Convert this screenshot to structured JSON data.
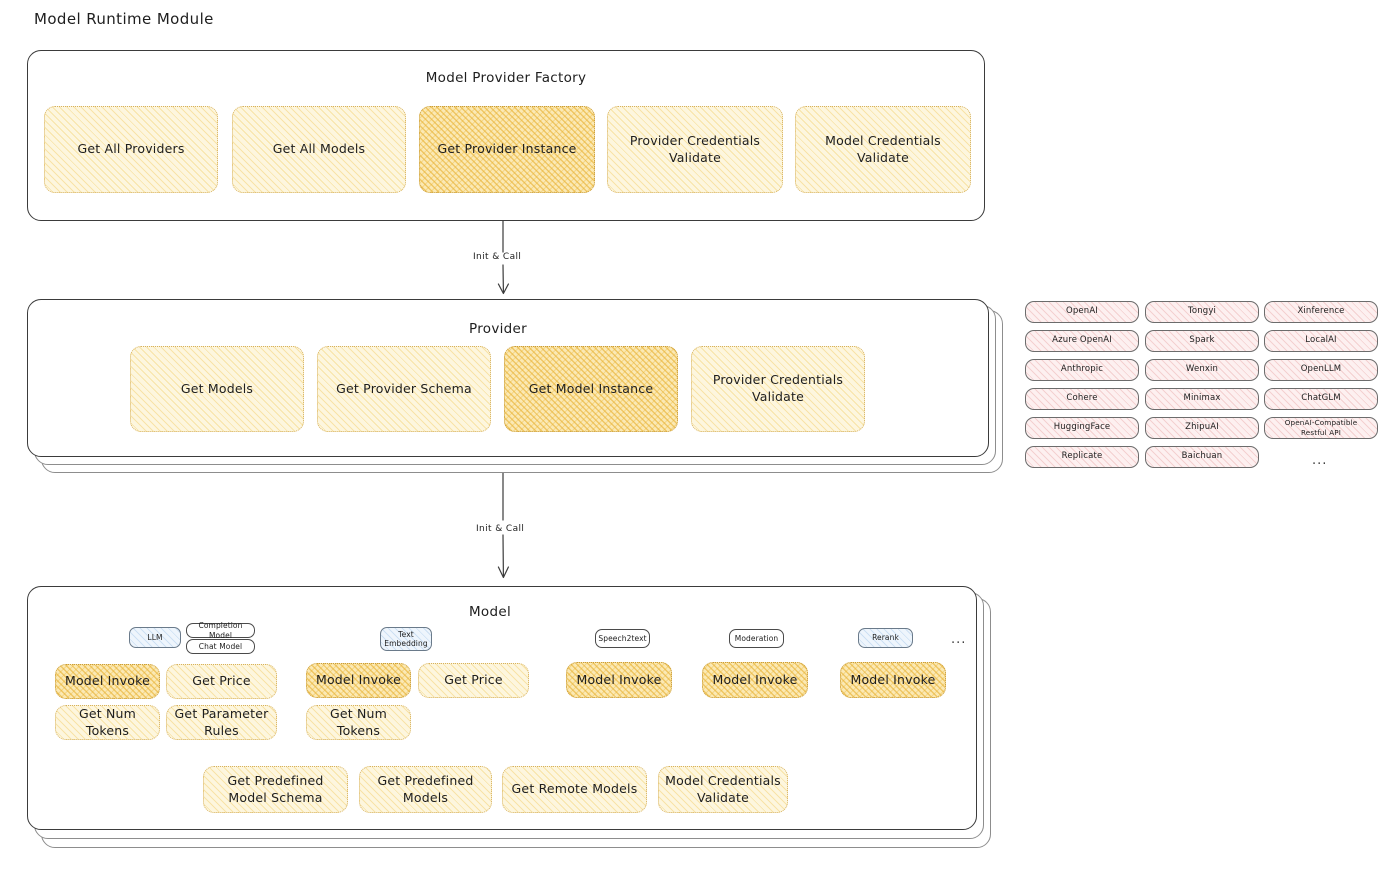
{
  "page": {
    "title": "Model Runtime Module"
  },
  "colors": {
    "node_fill": "#fdf6de",
    "node_highlight_fill": "#fbe9b4",
    "node_stroke": "#d6b15e",
    "provider_pill_fill": "#fdf0f0",
    "badge_blue_fill": "#eef5fc",
    "card_stroke": "#3b3b3b",
    "text": "#1e1e1e"
  },
  "factory": {
    "title": "Model Provider Factory",
    "nodes": [
      {
        "label": "Get All Providers",
        "highlight": false
      },
      {
        "label": "Get All Models",
        "highlight": false
      },
      {
        "label": "Get Provider Instance",
        "highlight": true
      },
      {
        "label": "Provider Credentials Validate",
        "highlight": false
      },
      {
        "label": "Model Credentials Validate",
        "highlight": false
      }
    ]
  },
  "connectors": [
    {
      "label": "Init & Call",
      "from": "Model Provider Factory",
      "to": "Provider"
    },
    {
      "label": "Init & Call",
      "from": "Provider",
      "to": "Model"
    }
  ],
  "provider": {
    "title": "Provider",
    "nodes": [
      {
        "label": "Get Models",
        "highlight": false
      },
      {
        "label": "Get Provider Schema",
        "highlight": false
      },
      {
        "label": "Get Model Instance",
        "highlight": true
      },
      {
        "label": "Provider Credentials Validate",
        "highlight": false
      }
    ]
  },
  "provider_list": {
    "columns": [
      {
        "items": [
          "OpenAI",
          "Azure OpenAI",
          "Anthropic",
          "Cohere",
          "HuggingFace",
          "Replicate"
        ]
      },
      {
        "items": [
          "Tongyi",
          "Spark",
          "Wenxin",
          "Minimax",
          "ZhipuAI",
          "Baichuan"
        ]
      },
      {
        "items": [
          "Xinference",
          "LocalAI",
          "OpenLLM",
          "ChatGLM",
          "OpenAI-Compatible Restful API"
        ]
      }
    ],
    "more": "..."
  },
  "model": {
    "title": "Model",
    "more": "...",
    "types": [
      {
        "badge": "LLM",
        "badge_style": "blue",
        "sub_badges": [
          "Completion Model",
          "Chat Model"
        ],
        "methods": [
          {
            "label": "Model Invoke",
            "highlight": true
          },
          {
            "label": "Get Price",
            "highlight": false
          },
          {
            "label": "Get Num Tokens",
            "highlight": false
          },
          {
            "label": "Get Parameter Rules",
            "highlight": false
          }
        ]
      },
      {
        "badge": "Text Embedding",
        "badge_style": "blue",
        "sub_badges": [],
        "methods": [
          {
            "label": "Model Invoke",
            "highlight": true
          },
          {
            "label": "Get Price",
            "highlight": false
          },
          {
            "label": "Get Num Tokens",
            "highlight": false
          }
        ]
      },
      {
        "badge": "Speech2text",
        "badge_style": "plain",
        "sub_badges": [],
        "methods": [
          {
            "label": "Model Invoke",
            "highlight": true
          }
        ]
      },
      {
        "badge": "Moderation",
        "badge_style": "plain",
        "sub_badges": [],
        "methods": [
          {
            "label": "Model Invoke",
            "highlight": true
          }
        ]
      },
      {
        "badge": "Rerank",
        "badge_style": "blue",
        "sub_badges": [],
        "methods": [
          {
            "label": "Model Invoke",
            "highlight": true
          }
        ]
      }
    ],
    "shared_methods": [
      {
        "label": "Get Predefined Model Schema"
      },
      {
        "label": "Get Predefined Models"
      },
      {
        "label": "Get Remote Models"
      },
      {
        "label": "Model Credentials Validate"
      }
    ]
  }
}
